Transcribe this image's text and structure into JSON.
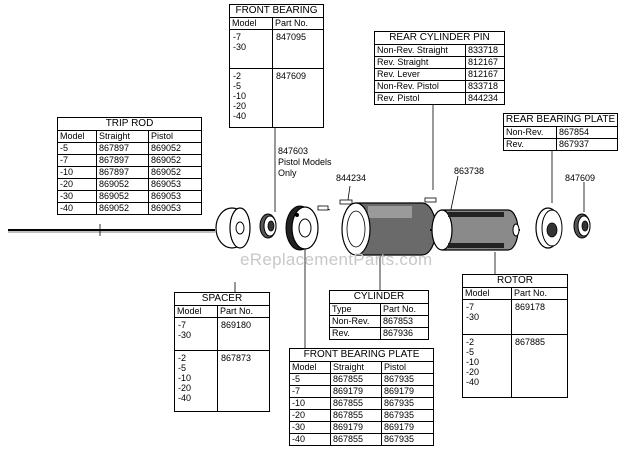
{
  "watermark": "eReplacementParts.com",
  "callouts": {
    "pistol_note_part": "847603",
    "pistol_note_line1": "Pistol Models",
    "pistol_note_line2": "Only",
    "pin": "844234",
    "rotor_pin": "863738",
    "rear_bearing": "847609"
  },
  "trip_rod": {
    "title": "TRIP ROD",
    "headers": [
      "Model",
      "Straight",
      "Pistol"
    ],
    "rows": [
      [
        "-5",
        "867897",
        "869052"
      ],
      [
        "-7",
        "867897",
        "869052"
      ],
      [
        "-10",
        "867897",
        "869052"
      ],
      [
        "-20",
        "869052",
        "869053"
      ],
      [
        "-30",
        "869052",
        "869053"
      ],
      [
        "-40",
        "869052",
        "869053"
      ]
    ]
  },
  "front_bearing": {
    "title": "FRONT BEARING",
    "headers": [
      "Model",
      "Part No."
    ],
    "groups": [
      {
        "models": [
          "-7",
          "-30"
        ],
        "part": "847095"
      },
      {
        "models": [
          "-2",
          "-5",
          "-10",
          "-20",
          "-40"
        ],
        "part": "847609"
      }
    ]
  },
  "rear_cylinder_pin": {
    "title": "REAR CYLINDER PIN",
    "rows": [
      [
        "Non-Rev. Straight",
        "833718"
      ],
      [
        "Rev. Straight",
        "812167"
      ],
      [
        "Rev. Lever",
        "812167"
      ],
      [
        "Non-Rev. Pistol",
        "833718"
      ],
      [
        "Rev. Pistol",
        "844234"
      ]
    ]
  },
  "rear_bearing_plate": {
    "title": "REAR BEARING PLATE",
    "rows": [
      [
        "Non-Rev.",
        "867854"
      ],
      [
        "Rev.",
        "867937"
      ]
    ]
  },
  "spacer": {
    "title": "SPACER",
    "headers": [
      "Model",
      "Part No."
    ],
    "groups": [
      {
        "models": [
          "-7",
          "-30"
        ],
        "part": "869180"
      },
      {
        "models": [
          "-2",
          "-5",
          "-10",
          "-20",
          "-40"
        ],
        "part": "867873"
      }
    ]
  },
  "cylinder": {
    "title": "CYLINDER",
    "headers": [
      "Type",
      "Part No."
    ],
    "rows": [
      [
        "Non-Rev.",
        "867853"
      ],
      [
        "Rev.",
        "867936"
      ]
    ]
  },
  "rotor": {
    "title": "ROTOR",
    "headers": [
      "Model",
      "Part No."
    ],
    "groups": [
      {
        "models": [
          "-7",
          "-30"
        ],
        "part": "869178"
      },
      {
        "models": [
          "-2",
          "-5",
          "-10",
          "-20",
          "-40"
        ],
        "part": "867885"
      }
    ]
  },
  "front_bearing_plate": {
    "title": "FRONT BEARING PLATE",
    "headers": [
      "Model",
      "Straight",
      "Pistol"
    ],
    "rows": [
      [
        "-5",
        "867855",
        "867935"
      ],
      [
        "-7",
        "869179",
        "869179"
      ],
      [
        "-10",
        "867855",
        "867935"
      ],
      [
        "-20",
        "867855",
        "867935"
      ],
      [
        "-30",
        "869179",
        "869179"
      ],
      [
        "-40",
        "867855",
        "867935"
      ]
    ]
  }
}
